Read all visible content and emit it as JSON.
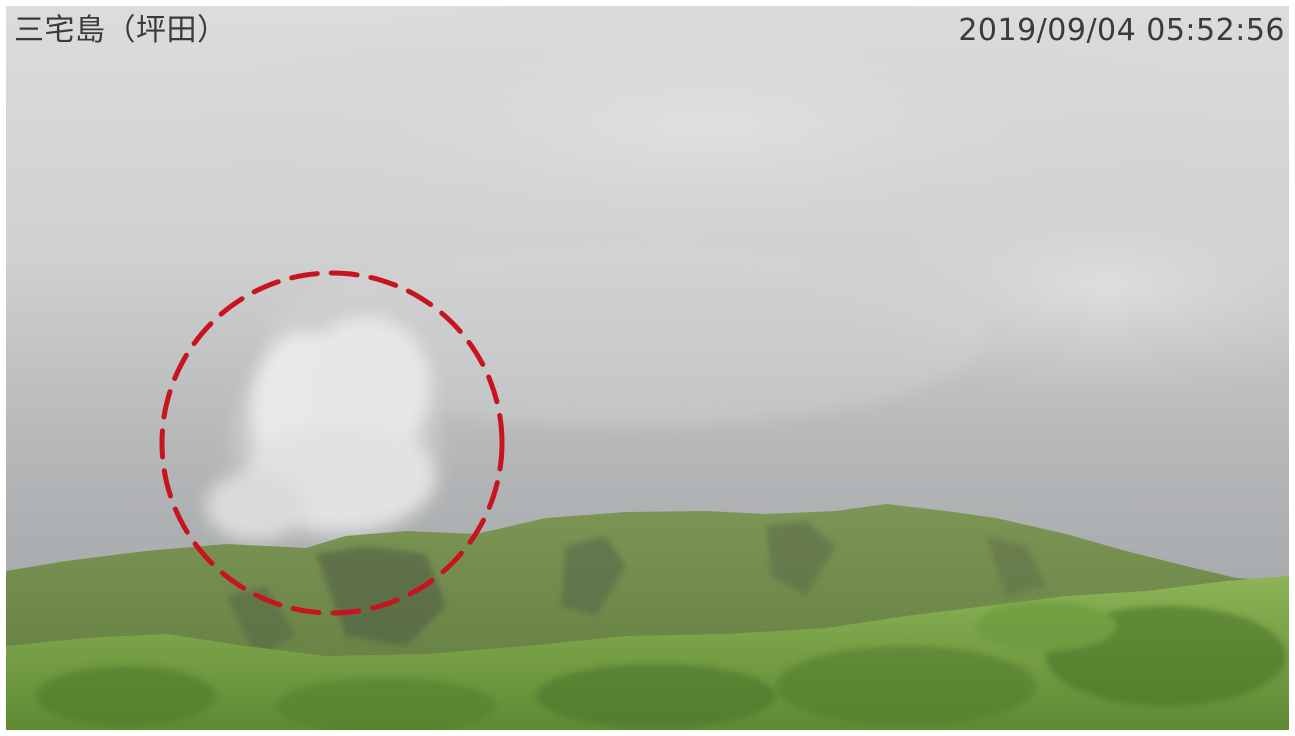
{
  "camera": {
    "location_label": "三宅島（坪田）",
    "timestamp": "2019/09/04 05:52:56"
  },
  "annotation": {
    "marker_shape": "dashed-circle",
    "marker_color": "#c8141e"
  },
  "colors": {
    "sky_top": "#d6d6d6",
    "sky_mid": "#c3c4c5",
    "sky_low": "#a9abad",
    "plume": "#e6e6e6",
    "ridge": "#6e8a4a",
    "ridge_shadow": "#4f5d45",
    "foreground": "#7fa64a"
  }
}
